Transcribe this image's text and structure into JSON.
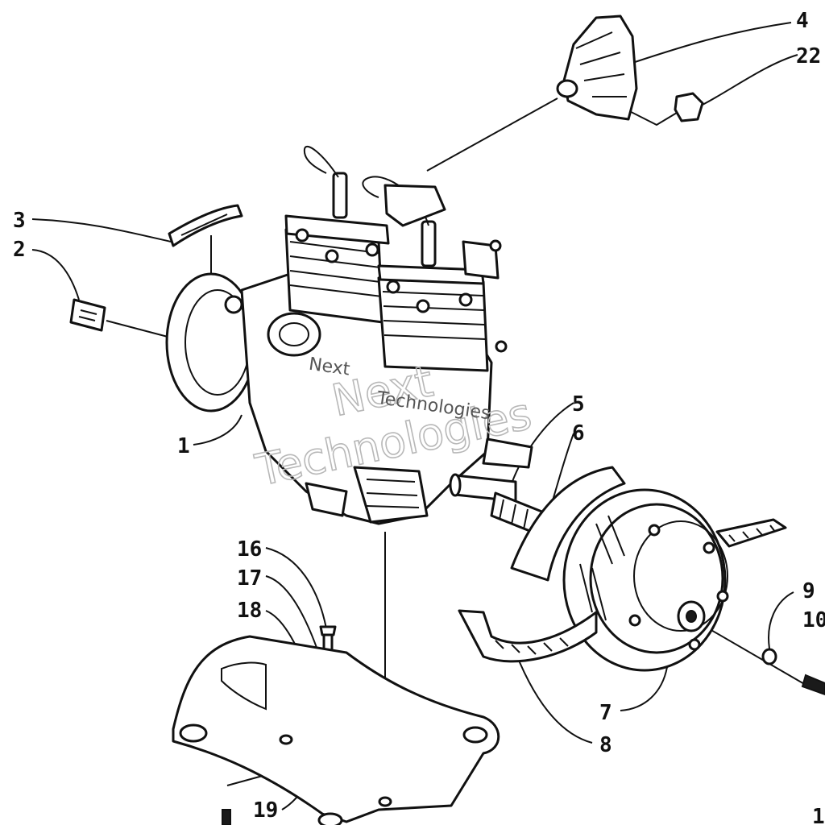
{
  "callouts": [
    {
      "id": "1",
      "label": "1"
    },
    {
      "id": "2",
      "label": "2"
    },
    {
      "id": "3",
      "label": "3"
    },
    {
      "id": "4",
      "label": "4"
    },
    {
      "id": "5",
      "label": "5"
    },
    {
      "id": "6",
      "label": "6"
    },
    {
      "id": "7",
      "label": "7"
    },
    {
      "id": "8",
      "label": "8"
    },
    {
      "id": "9",
      "label": "9"
    },
    {
      "id": "10",
      "label": "10"
    },
    {
      "id": "16",
      "label": "16"
    },
    {
      "id": "17",
      "label": "17"
    },
    {
      "id": "18",
      "label": "18"
    },
    {
      "id": "19",
      "label": "19"
    },
    {
      "id": "22",
      "label": "22"
    },
    {
      "id": "edge-1",
      "label": "1"
    }
  ],
  "watermark": {
    "large_line1": "Next",
    "large_line2": "Technologies",
    "small_line1": "Next",
    "small_line2": "Technologies"
  }
}
